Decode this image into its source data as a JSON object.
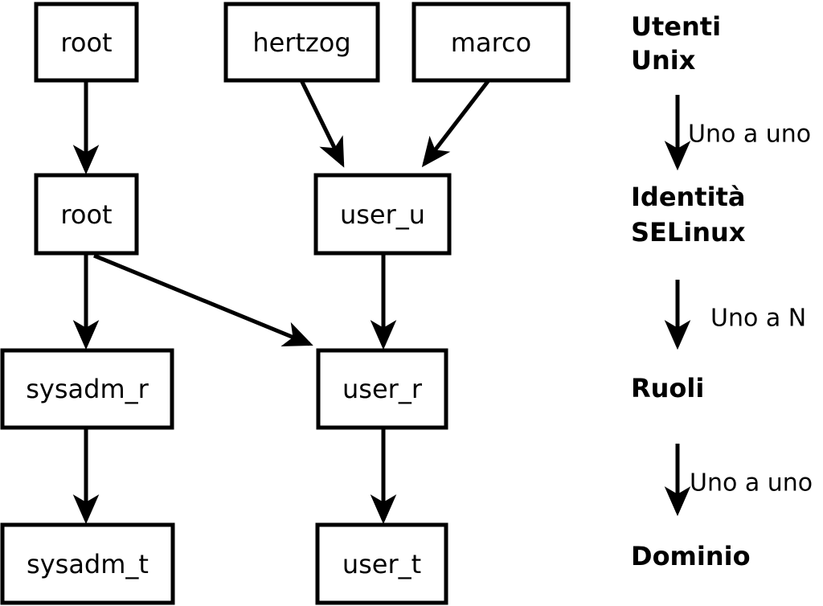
{
  "colors": {
    "line": "#000000",
    "background": "#ffffff"
  },
  "nodes": {
    "unix_root": "root",
    "unix_hertzog": "hertzog",
    "unix_marco": "marco",
    "selinux_root": "root",
    "selinux_user_u": "user_u",
    "role_sysadm_r": "sysadm_r",
    "role_user_r": "user_r",
    "domain_sysadm_t": "sysadm_t",
    "domain_user_t": "user_t"
  },
  "legend": {
    "level1_line1": "Utenti",
    "level1_line2": "Unix",
    "arrow1_label": "Uno a uno",
    "level2_line1": "Identità",
    "level2_line2": "SELinux",
    "arrow2_label": "Uno a N",
    "level3": "Ruoli",
    "arrow3_label": "Uno a uno",
    "level4": "Dominio"
  }
}
